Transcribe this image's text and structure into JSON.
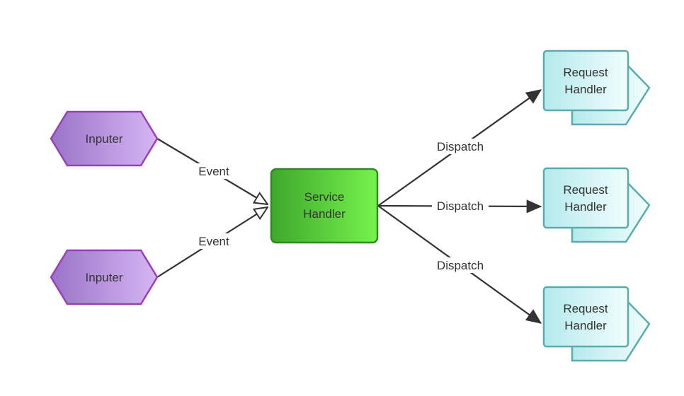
{
  "nodes": {
    "inputer_1": {
      "label": "Inputer"
    },
    "inputer_2": {
      "label": "Inputer"
    },
    "service_handler": {
      "line1": "Service",
      "line2": "Handler"
    },
    "request_handler_1": {
      "line1": "Request",
      "line2": "Handler"
    },
    "request_handler_2": {
      "line1": "Request",
      "line2": "Handler"
    },
    "request_handler_3": {
      "line1": "Request",
      "line2": "Handler"
    }
  },
  "edges": {
    "event_1": {
      "label": "Event"
    },
    "event_2": {
      "label": "Event"
    },
    "dispatch_1": {
      "label": "Dispatch"
    },
    "dispatch_2": {
      "label": "Dispatch"
    },
    "dispatch_3": {
      "label": "Dispatch"
    }
  },
  "colors": {
    "inputer_fill_start": "#9a73c8",
    "inputer_fill_end": "#d6b6f4",
    "inputer_stroke": "#9a3fb8",
    "service_fill_start": "#3ea82c",
    "service_fill_end": "#76f24c",
    "service_stroke": "#2f8a22",
    "request_fill_start": "#b4eaec",
    "request_fill_end": "#f2fdfd",
    "request_stroke": "#5aacae",
    "edge": "#333333"
  }
}
